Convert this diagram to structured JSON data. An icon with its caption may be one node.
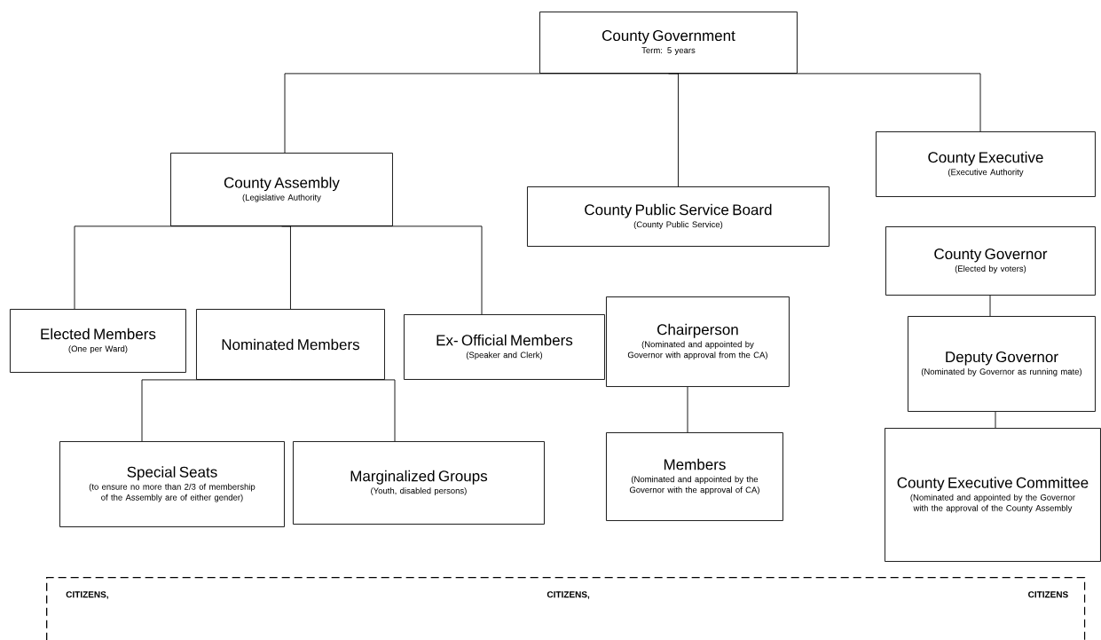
{
  "diagram": {
    "nodes": [
      {
        "text": [
          "County Government",
          "Term: 5 years"
        ]
      },
      {
        "text": [
          "County Assembly",
          "(Legislative Authority"
        ]
      },
      {
        "text": [
          "County Public Service Board",
          "(County Public Service)"
        ]
      },
      {
        "text": [
          "County Executive",
          "(Executive Authority"
        ]
      },
      {
        "text": [
          "County Governor",
          "(Elected by voters)"
        ]
      },
      {
        "text": [
          "Deputy Governor",
          "(Nominated by Governor as running mate)"
        ]
      },
      {
        "text": [
          "County Executive Committee",
          "(Nominated and appointed by the Governor with the approval of the County Assembly"
        ]
      },
      {
        "text": [
          "Elected Members",
          "(One per Ward)"
        ]
      },
      {
        "text": [
          "Nominated Members"
        ]
      },
      {
        "text": [
          "Ex- Official Members",
          "(Speaker and Clerk)"
        ]
      },
      {
        "text": [
          "Special Seats",
          "(to ensure no more than 2/3 of membership of the Assembly are of either gender)"
        ]
      },
      {
        "text": [
          "Marginalized Groups",
          "(Youth, disabled persons)"
        ]
      },
      {
        "text": [
          "Chairperson",
          "(Nominated and appointed by Governor with approval from the CA)"
        ]
      },
      {
        "text": [
          "Members",
          "(Nominated and appointed by the Governor with the approval of CA)"
        ]
      },
      {
        "text": [
          "CITIZENS,",
          "CITIZENS,",
          "CITIZENS"
        ]
      }
    ],
    "edges": [
      {
        "from": 0,
        "to": 1,
        "arrow": "none"
      },
      {
        "from": 0,
        "to": 2,
        "arrow": "none"
      },
      {
        "from": 0,
        "to": 3,
        "arrow": "none"
      },
      {
        "from": 1,
        "to": 7,
        "arrow": "none"
      },
      {
        "from": 1,
        "to": 8,
        "arrow": "none"
      },
      {
        "from": 1,
        "to": 9,
        "arrow": "none"
      },
      {
        "from": 8,
        "to": 10,
        "arrow": "none"
      },
      {
        "from": 8,
        "to": 11,
        "arrow": "none"
      },
      {
        "from": 12,
        "to": 13,
        "arrow": "none"
      },
      {
        "from": 4,
        "to": 5,
        "arrow": "none"
      },
      {
        "from": 5,
        "to": 6,
        "arrow": "none"
      }
    ]
  }
}
